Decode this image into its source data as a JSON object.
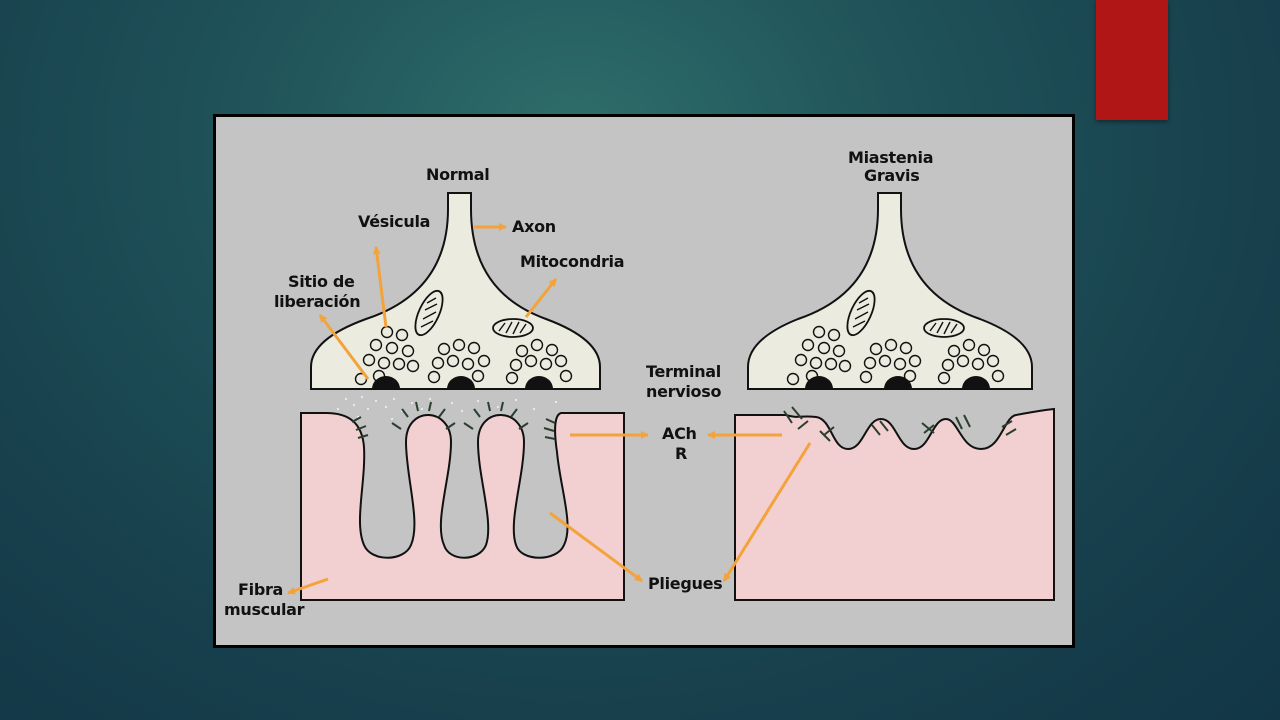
{
  "slide": {
    "accent_color": "#b01616"
  },
  "diagram": {
    "labels": {
      "normal": "Normal",
      "miastenia_1": "Miastenia",
      "miastenia_2": "Gravis",
      "vesicula": "Vésicula",
      "axon": "Axon",
      "mitocondria": "Mitocondria",
      "sitio_1": "Sitio de",
      "sitio_2": "liberación",
      "terminal_1": "Terminal",
      "terminal_2": "nervioso",
      "achr_1": "ACh",
      "achr_2": "R",
      "pliegues": "Pliegues",
      "fibra_1": "Fibra",
      "fibra_2": "muscular"
    },
    "colors": {
      "arrow": "#f4a23a",
      "terminal_fill": "#ecebdf",
      "muscle_fill": "#f2cfd0",
      "background": "#c4c4c4"
    }
  }
}
